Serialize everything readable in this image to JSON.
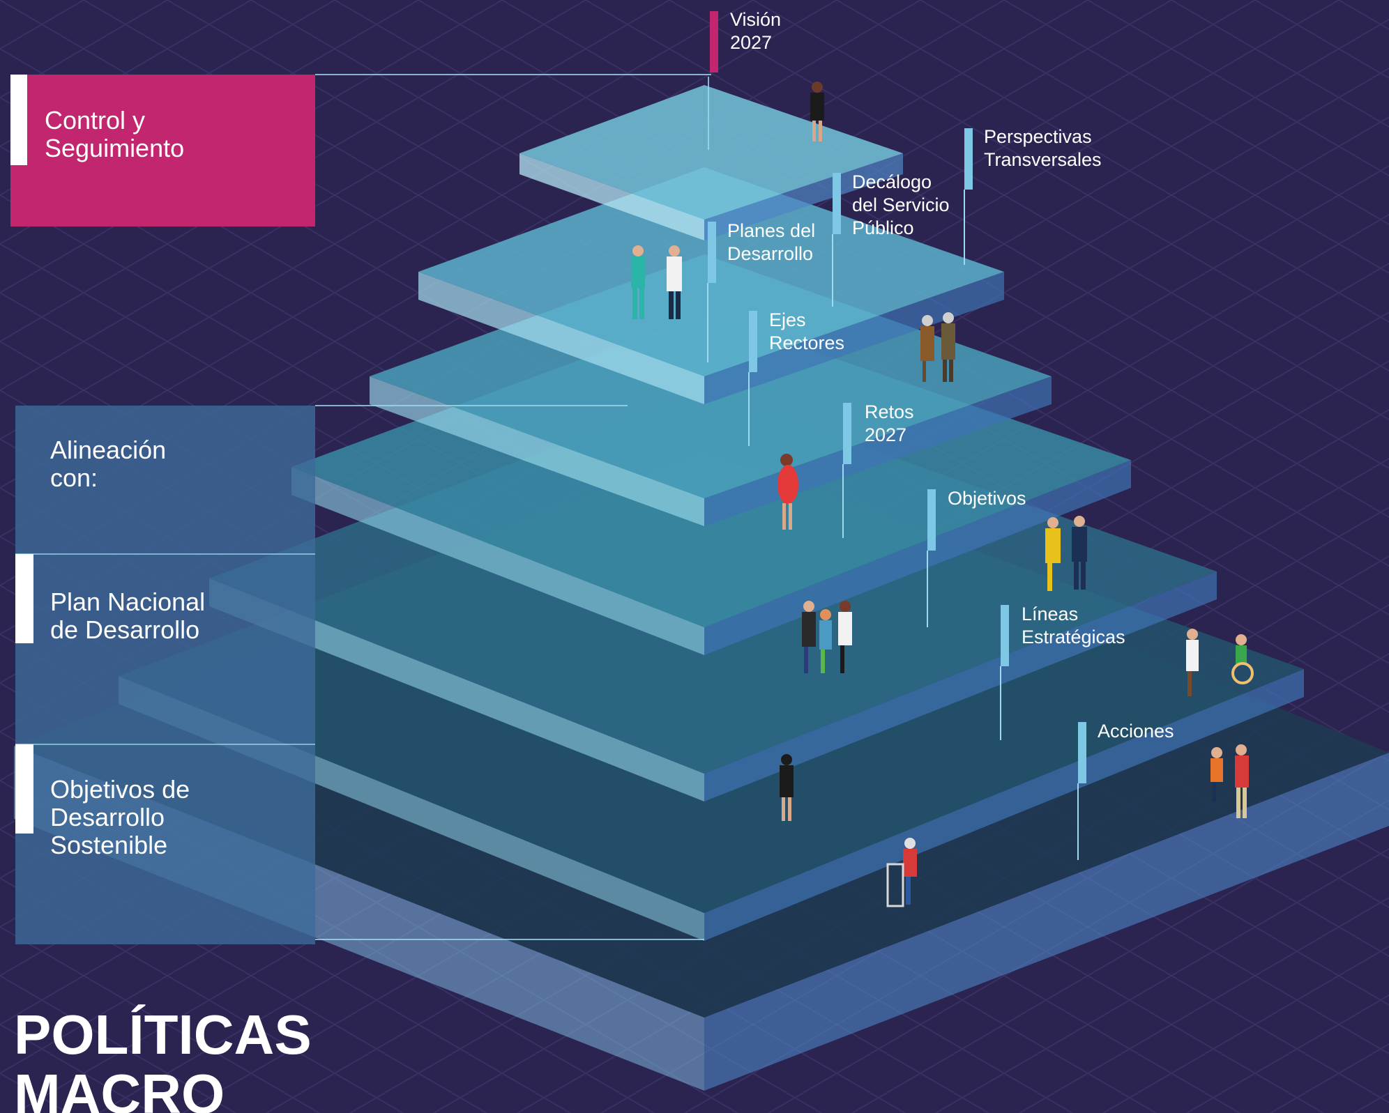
{
  "title": {
    "line1": "POLÍTICAS",
    "line2": "MACRO"
  },
  "side_panels": {
    "control": {
      "line1": "Control y",
      "line2": "Seguimiento"
    },
    "alineacion": {
      "line1": "Alineación",
      "line2": "con:"
    },
    "plan": {
      "line1": "Plan Nacional",
      "line2": "de Desarrollo"
    },
    "ods": {
      "line1": "Objetivos de",
      "line2": "Desarrollo",
      "line3": "Sostenible"
    }
  },
  "pyramid_labels": {
    "vision": {
      "line1": "Visión",
      "line2": "2027"
    },
    "perspectivas": {
      "line1": "Perspectivas",
      "line2": "Transversales"
    },
    "decalogo": {
      "line1": "Decálogo",
      "line2": "del Servicio",
      "line3": "Público"
    },
    "planes": {
      "line1": "Planes del",
      "line2": "Desarrollo"
    },
    "ejes": {
      "line1": "Ejes",
      "line2": "Rectores"
    },
    "retos": {
      "line1": "Retos",
      "line2": "2027"
    },
    "objetivos": {
      "line1": "Objetivos"
    },
    "lineas": {
      "line1": "Líneas",
      "line2": "Estratégicas"
    },
    "acciones": {
      "line1": "Acciones"
    }
  },
  "colors": {
    "background": "#2b2350",
    "magenta": "#c2266f",
    "marker": "#7ec8e6",
    "panel": "#3d6a9a",
    "slab_top": "#6fc3d9",
    "slab_side": "#8fd0e6"
  }
}
